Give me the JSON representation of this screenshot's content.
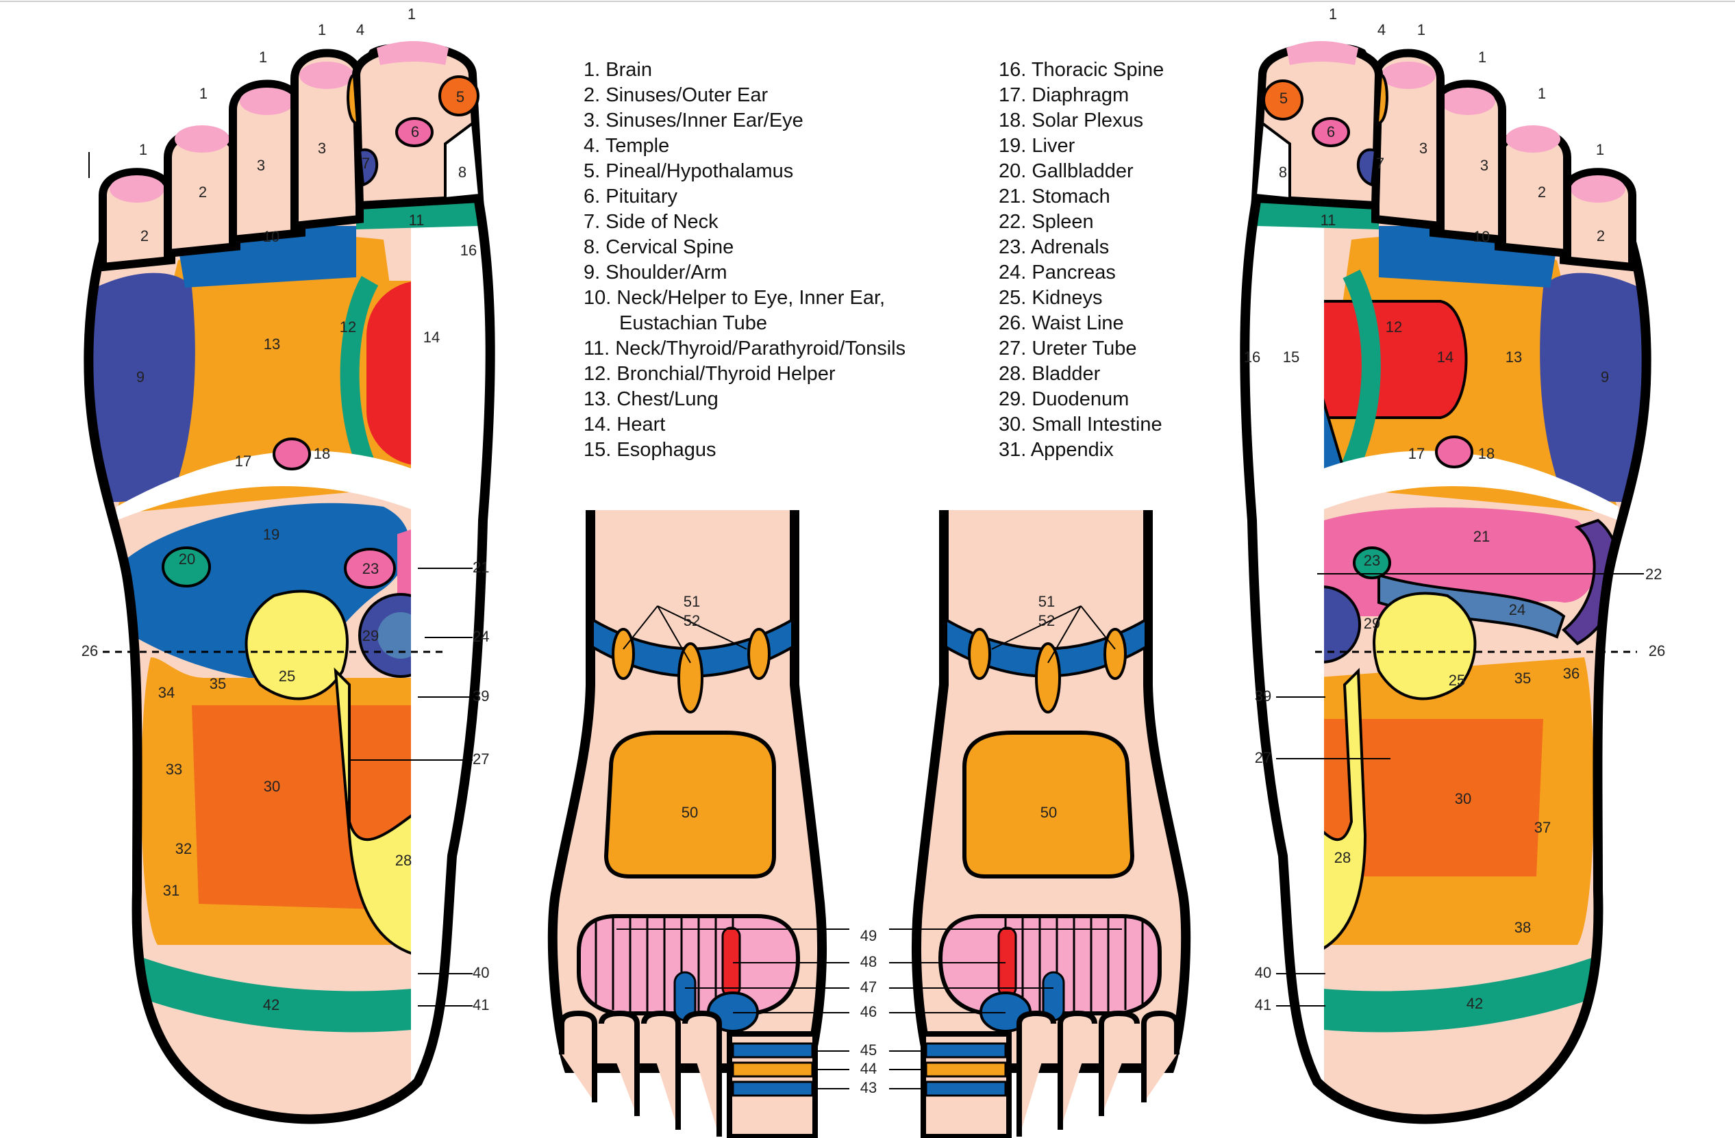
{
  "legend_left": [
    "1. Brain",
    "2. Sinuses/Outer Ear",
    "3. Sinuses/Inner Ear/Eye",
    "4. Temple",
    "5. Pineal/Hypothalamus",
    "6. Pituitary",
    "7. Side of Neck",
    "8. Cervical Spine",
    "9. Shoulder/Arm",
    "10. Neck/Helper to Eye, Inner Ear,",
    "Eustachian Tube",
    "11. Neck/Thyroid/Parathyroid/Tonsils",
    "12. Bronchial/Thyroid Helper",
    "13. Chest/Lung",
    "14. Heart",
    "15. Esophagus"
  ],
  "legend_right": [
    "16. Thoracic Spine",
    "17. Diaphragm",
    "18. Solar Plexus",
    "19. Liver",
    "20. Gallbladder",
    "21. Stomach",
    "22. Spleen",
    "23. Adrenals",
    "24. Pancreas",
    "25. Kidneys",
    "26. Waist Line",
    "27. Ureter Tube",
    "28. Bladder",
    "29. Duodenum",
    "30. Small Intestine",
    "31. Appendix"
  ],
  "numbers": {
    "n1": "1",
    "n2": "2",
    "n3": "3",
    "n4": "4",
    "n5": "5",
    "n6": "6",
    "n7": "7",
    "n8": "8",
    "n9": "9",
    "n10": "10",
    "n11": "11",
    "n12": "12",
    "n13": "13",
    "n14": "14",
    "n15": "15",
    "n16": "16",
    "n17": "17",
    "n18": "18",
    "n19": "19",
    "n20": "20",
    "n21": "21",
    "n22": "22",
    "n23": "23",
    "n24": "24",
    "n25": "25",
    "n26": "26",
    "n27": "27",
    "n28": "28",
    "n29": "29",
    "n30": "30",
    "n31": "31",
    "n32": "32",
    "n33": "33",
    "n34": "34",
    "n35": "35",
    "n36": "36",
    "n37": "37",
    "n38": "38",
    "n39": "39",
    "n40": "40",
    "n41": "41",
    "n42": "42",
    "n43": "43",
    "n44": "44",
    "n45": "45",
    "n46": "46",
    "n47": "47",
    "n48": "48",
    "n49": "49",
    "n50": "50",
    "n51": "51",
    "n52": "52"
  },
  "colors": {
    "skin": "#fbd5c3",
    "outline": "#000000",
    "pink": "#f06aa5",
    "light_pink": "#f7a6c8",
    "orange": "#f6a11e",
    "dark_orange": "#f26a1b",
    "red": "#ec2327",
    "blue": "#1468b3",
    "navy": "#3f4aa1",
    "teal": "#11a07f",
    "yellow": "#fbf16d",
    "steel": "#4f7fb5",
    "purple": "#5b3d98"
  }
}
